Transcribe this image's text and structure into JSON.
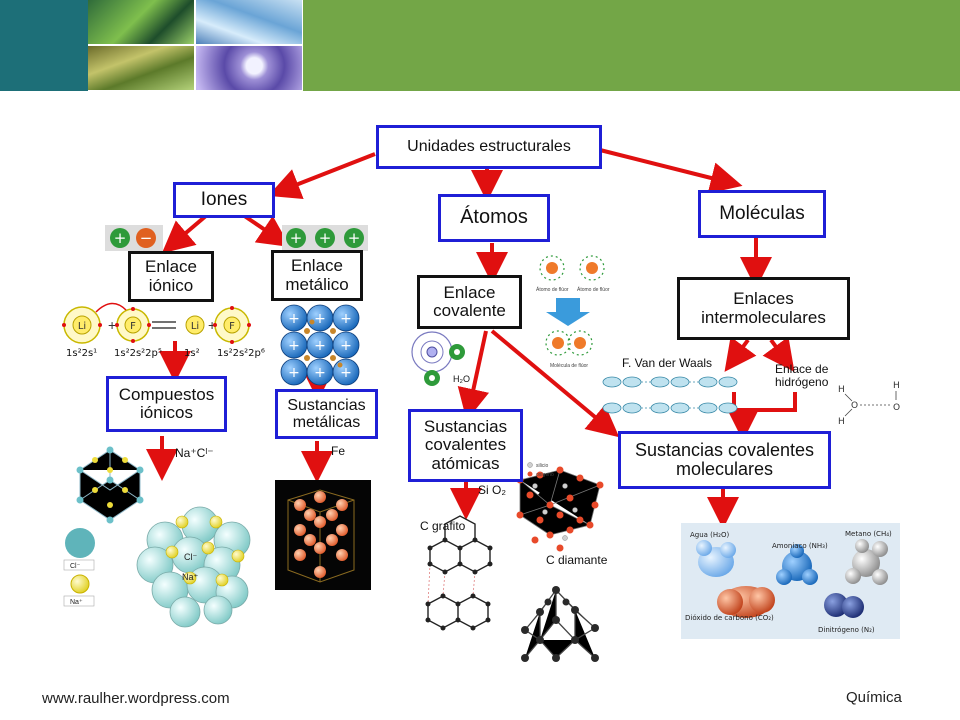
{
  "header": {},
  "diagram": {
    "root": "Unidades estructurales",
    "iones": "Iones",
    "atomos": "Átomos",
    "moleculas": "Moléculas",
    "enlace_ionico": "Enlace iónico",
    "enlace_metalico": "Enlace metálico",
    "enlace_covalente": "Enlace covalente",
    "enlaces_intermoleculares": "Enlaces intermoleculares",
    "compuestos_ionicos": "Compuestos iónicos",
    "sustancias_metalicas": "Sustancias metálicas",
    "sustancias_covalentes_atomicas": "Sustancias covalentes atómicas",
    "sustancias_covalentes_moleculares": "Sustancias covalentes moleculares",
    "van_der_waals": "F. Van der Waals",
    "enlace_hidrogeno": "Enlace de hidrógeno",
    "nacl": "Na⁺Cˡ⁻",
    "fe": "Fe",
    "sio2": "Si O₂",
    "c_grafito": "C grafito",
    "c_diamante": "C diamante",
    "h2o": "H₂O",
    "electron_configs": [
      "1s²2s¹",
      "1s²2s²2p⁵",
      "1s²",
      "1s²2s²2p⁶"
    ],
    "ion_symbols": [
      "Li",
      "F",
      "Li",
      "F"
    ],
    "crystal_labels": [
      "Cl⁻",
      "Na⁺"
    ],
    "molecule_labels": {
      "agua": "Agua (H₂O)",
      "amoniaco": "Amoniaco (NH₃)",
      "metano": "Metano (CH₄)",
      "dioxido": "Dióxido de carbono (CO₂)",
      "dinitrogeno": "Dinitrógeno (N₂)"
    },
    "fluor_labels": [
      "Átomo de flúor",
      "Átomo de flúor",
      "Molécula de flúor"
    ],
    "silica_labels": [
      "silicio",
      "oxígeno"
    ]
  },
  "footer": {
    "site": "www.raulher.wordpress.com",
    "subject": "Química"
  },
  "colors": {
    "header_teal": "#1d6f78",
    "header_green": "#73a647",
    "box_blue": "#1f1fd6",
    "arrow_red": "#e01010"
  }
}
